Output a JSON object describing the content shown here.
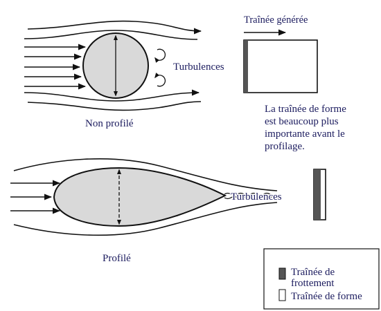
{
  "colors": {
    "text": "#1b1b5e",
    "shape_fill": "#d9d9d9",
    "line": "#111111",
    "friction_drag": "#555555",
    "form_drag": "#ffffff"
  },
  "top": {
    "drag_label": "Traînée générée",
    "turbulence_label": "Turbulences",
    "caption": "Non profilé"
  },
  "note": {
    "lines": [
      "La traînée de forme",
      "est beaucoup plus",
      "importante avant le",
      "profilage."
    ]
  },
  "bottom": {
    "turbulence_label": "Turbulences",
    "caption": "Profilé"
  },
  "legend": {
    "items": [
      {
        "label_lines": [
          "Traînée de",
          "frottement"
        ],
        "swatch": "#555555"
      },
      {
        "label_lines": [
          "Traînée de forme"
        ],
        "swatch": "#ffffff"
      }
    ]
  }
}
